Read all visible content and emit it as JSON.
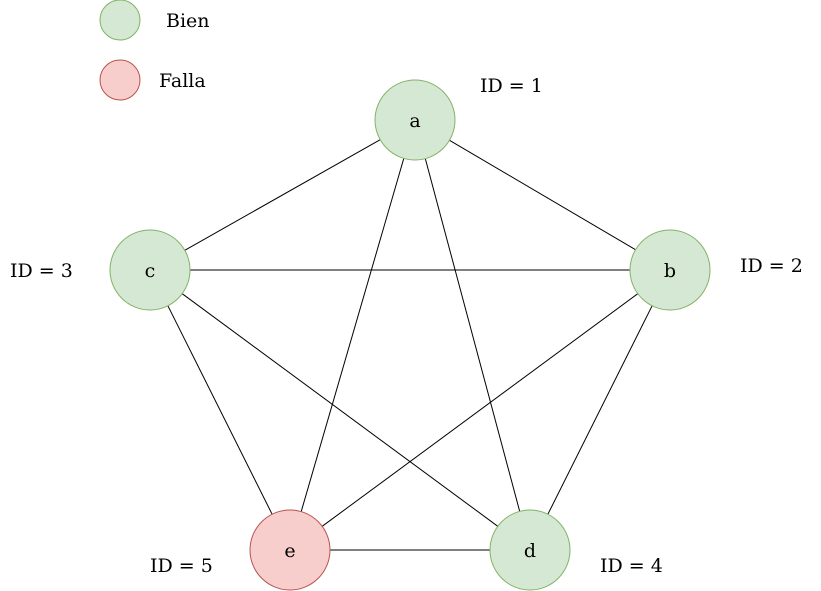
{
  "colors": {
    "ok_fill": "#d5e8d4",
    "ok_stroke": "#82b366",
    "fail_fill": "#f8cecc",
    "fail_stroke": "#b85450",
    "edge": "#000000"
  },
  "legend": {
    "ok_label": "Bien",
    "fail_label": "Falla"
  },
  "nodes": {
    "a": {
      "label": "a",
      "id_label": "ID = 1",
      "status": "ok"
    },
    "b": {
      "label": "b",
      "id_label": "ID = 2",
      "status": "ok"
    },
    "c": {
      "label": "c",
      "id_label": "ID = 3",
      "status": "ok"
    },
    "d": {
      "label": "d",
      "id_label": "ID = 4",
      "status": "ok"
    },
    "e": {
      "label": "e",
      "id_label": "ID = 5",
      "status": "fail"
    }
  },
  "edges": [
    [
      "a",
      "b"
    ],
    [
      "a",
      "c"
    ],
    [
      "a",
      "d"
    ],
    [
      "a",
      "e"
    ],
    [
      "b",
      "c"
    ],
    [
      "b",
      "d"
    ],
    [
      "b",
      "e"
    ],
    [
      "c",
      "d"
    ],
    [
      "c",
      "e"
    ],
    [
      "d",
      "e"
    ]
  ]
}
